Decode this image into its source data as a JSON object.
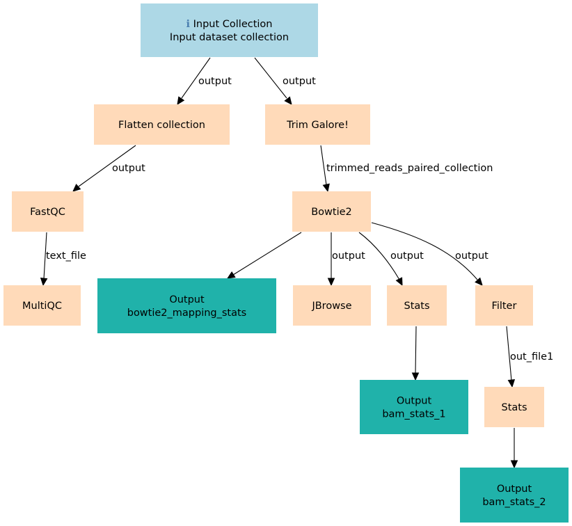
{
  "diagram": {
    "type": "workflow-graph",
    "colors": {
      "input": "#add8e6",
      "tool": "#ffdab9",
      "output": "#20b2aa",
      "edge": "#000000"
    },
    "nodes": [
      {
        "id": "input",
        "kind": "input",
        "icon": "info-icon",
        "icon_glyph": "ℹ️",
        "lines": [
          "Input Collection",
          "Input dataset collection"
        ]
      },
      {
        "id": "flatten",
        "kind": "tool",
        "lines": [
          "Flatten collection"
        ]
      },
      {
        "id": "trim",
        "kind": "tool",
        "lines": [
          "Trim Galore!"
        ]
      },
      {
        "id": "fastqc",
        "kind": "tool",
        "lines": [
          "FastQC"
        ]
      },
      {
        "id": "bowtie2",
        "kind": "tool",
        "lines": [
          "Bowtie2"
        ]
      },
      {
        "id": "multiqc",
        "kind": "tool",
        "lines": [
          "MultiQC"
        ]
      },
      {
        "id": "out_mapping",
        "kind": "output",
        "lines": [
          "Output",
          "bowtie2_mapping_stats"
        ]
      },
      {
        "id": "jbrowse",
        "kind": "tool",
        "lines": [
          "JBrowse"
        ]
      },
      {
        "id": "stats1",
        "kind": "tool",
        "lines": [
          "Stats"
        ]
      },
      {
        "id": "filter",
        "kind": "tool",
        "lines": [
          "Filter"
        ]
      },
      {
        "id": "out_bam1",
        "kind": "output",
        "lines": [
          "Output",
          "bam_stats_1"
        ]
      },
      {
        "id": "stats2",
        "kind": "tool",
        "lines": [
          "Stats"
        ]
      },
      {
        "id": "out_bam2",
        "kind": "output",
        "lines": [
          "Output",
          "bam_stats_2"
        ]
      }
    ],
    "edges": [
      {
        "from": "input",
        "to": "flatten",
        "label": "output"
      },
      {
        "from": "input",
        "to": "trim",
        "label": "output"
      },
      {
        "from": "flatten",
        "to": "fastqc",
        "label": "output"
      },
      {
        "from": "trim",
        "to": "bowtie2",
        "label": "trimmed_reads_paired_collection"
      },
      {
        "from": "fastqc",
        "to": "multiqc",
        "label": "text_file"
      },
      {
        "from": "bowtie2",
        "to": "out_mapping",
        "label": ""
      },
      {
        "from": "bowtie2",
        "to": "jbrowse",
        "label": "output"
      },
      {
        "from": "bowtie2",
        "to": "stats1",
        "label": "output"
      },
      {
        "from": "bowtie2",
        "to": "filter",
        "label": "output"
      },
      {
        "from": "stats1",
        "to": "out_bam1",
        "label": ""
      },
      {
        "from": "filter",
        "to": "stats2",
        "label": "out_file1"
      },
      {
        "from": "stats2",
        "to": "out_bam2",
        "label": ""
      }
    ]
  }
}
